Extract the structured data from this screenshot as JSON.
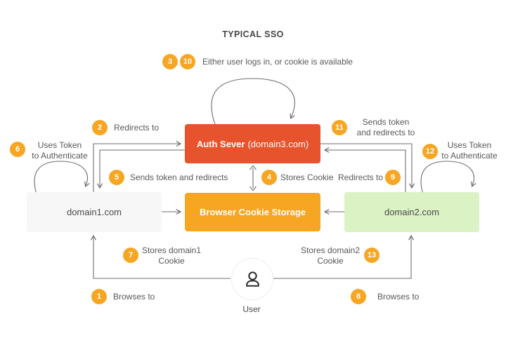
{
  "title": "TYPICAL SSO",
  "nodes": {
    "auth_server": {
      "name_bold": "Auth Sever",
      "domain_suffix": "(domain3.com)"
    },
    "cookie_storage": "Browser Cookie Storage",
    "domain1": "domain1.com",
    "domain2": "domain2.com",
    "user": "User"
  },
  "badges": [
    "1",
    "2",
    "3",
    "4",
    "5",
    "6",
    "7",
    "8",
    "9",
    "10",
    "11",
    "12",
    "13"
  ],
  "labels": {
    "login_note": "Either user logs in, or cookie is available",
    "redirects_to_left": "Redirects to",
    "sends_token_and_redirects": "Sends token and redirects",
    "stores_cookie": "Stores Cookie",
    "redirects_to_right": "Redirects to",
    "sends_token_and_redirects_to": "Sends token\nand redirects to",
    "uses_token_left": "Uses Token\nto Authenticate",
    "uses_token_right": "Uses Token\nto Authenticate",
    "stores_domain1_cookie": "Stores domain1\nCookie",
    "stores_domain2_cookie": "Stores domain2\nCookie",
    "browses_to_left": "Browses to",
    "browses_to_right": "Browses to"
  },
  "colors": {
    "auth_server_red": "#E7532C",
    "accent_orange": "#F6A623",
    "domain2_green": "#DBF2C4",
    "domain1_gray": "#F7F7F7",
    "connector_gray": "#6E6E6E",
    "label_text": "#58585A"
  }
}
